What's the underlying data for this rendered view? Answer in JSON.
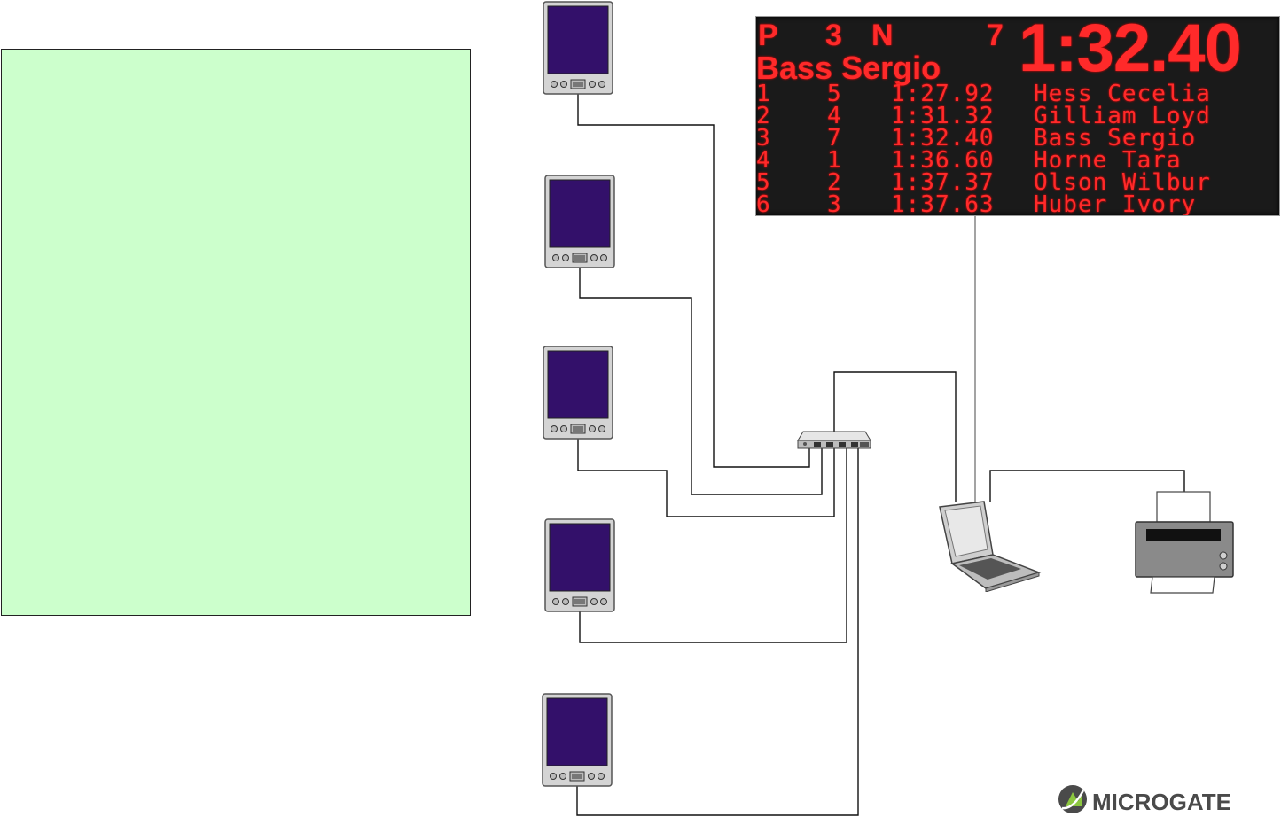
{
  "scoreboard": {
    "header": {
      "pos_label": "P",
      "pos_value": "3",
      "num_label": "N",
      "num_value": "7",
      "time": "1:32.40",
      "athlete": "Bass Sergio"
    },
    "rows": [
      {
        "rank": "1",
        "bib": "5",
        "time": "1:27.92",
        "name": "Hess Cecelia"
      },
      {
        "rank": "2",
        "bib": "4",
        "time": "1:31.32",
        "name": "Gilliam Loyd"
      },
      {
        "rank": "3",
        "bib": "7",
        "time": "1:32.40",
        "name": "Bass Sergio"
      },
      {
        "rank": "4",
        "bib": "1",
        "time": "1:36.60",
        "name": "Horne Tara"
      },
      {
        "rank": "5",
        "bib": "2",
        "time": "1:37.37",
        "name": "Olson Wilbur"
      },
      {
        "rank": "6",
        "bib": "3",
        "time": "1:37.63",
        "name": "Huber Ivory"
      }
    ]
  },
  "colors": {
    "led": "#ff2a2a",
    "panel_green": "#ccffcc",
    "pda_screen": "#33106a",
    "logo_green": "#8cc63f",
    "logo_text": "#4a4a4a"
  },
  "icons": [
    "pda-icon",
    "network-switch-icon",
    "laptop-icon",
    "printer-icon",
    "microgate-logo-icon"
  ],
  "logo": {
    "text": "MICROGATE"
  }
}
